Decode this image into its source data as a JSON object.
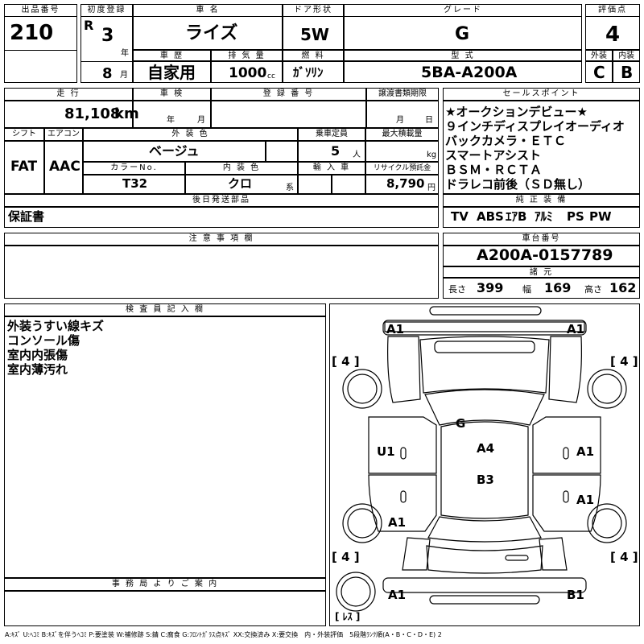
{
  "header": {
    "lot_no_label": "出品番号",
    "lot_no": "210",
    "first_reg_label": "初度登録",
    "era": "R",
    "year": "3",
    "year_unit": "年",
    "month": "8",
    "month_unit": "月",
    "car_name_label": "車 名",
    "car_name": "ライズ",
    "door_label": "ドア形状",
    "door": "5W",
    "grade_label": "グレード",
    "grade": "G",
    "score_label": "評価点",
    "score": "4",
    "history_label": "車 歴",
    "history": "自家用",
    "displacement_label": "排 気 量",
    "displacement": "1000",
    "displacement_unit": "cc",
    "fuel_label": "燃 料",
    "fuel": "ｶﾞｿﾘﾝ",
    "model_label": "型 式",
    "model": "5BA-A200A",
    "exterior_label": "外装",
    "exterior_grade": "C",
    "interior_label": "内装",
    "interior_grade": "B"
  },
  "row2": {
    "mileage_label": "走 行",
    "mileage": "81,108",
    "mileage_unit": "km",
    "inspection_label": "車 検",
    "inspection_year_unit": "年",
    "inspection_month_unit": "月",
    "reg_no_label": "登 録 番 号",
    "transfer_label": "譲渡書類期限",
    "transfer_month_unit": "月",
    "transfer_day_unit": "日",
    "shift_label": "シフト",
    "shift": "FAT",
    "ac_label": "エアコン",
    "ac": "AAC",
    "ext_color_label": "外 装 色",
    "ext_color": "ベージュ",
    "capacity_label": "乗車定員",
    "capacity": "5",
    "capacity_unit": "人",
    "max_load_label": "最大積載量",
    "max_load_unit": "kg",
    "color_no_label": "カラーNo.",
    "color_no": "T32",
    "int_color_label": "内 装 色",
    "int_color": "クロ",
    "int_color_unit": "系",
    "import_label": "輸 入 車",
    "recycle_label": "リサイクル預託金",
    "recycle": "8,790",
    "recycle_unit": "円",
    "later_parts_label": "後日発送部品",
    "later_parts": "保証書"
  },
  "sales_points": {
    "label": "セールスポイント",
    "lines": [
      "★オークションデビュー★",
      "９インチディスプレイオーディオ",
      "バックカメラ・ＥＴＣ",
      "スマートアシスト",
      "ＢＳＭ・ＲＣＴＡ",
      "ドラレコ前後（ＳＤ無し）"
    ]
  },
  "equipment": {
    "label": "純 正 装 備",
    "items": [
      "TV",
      "ABS",
      "ｴｱB",
      "ｱﾙﾐ",
      "PS",
      "PW"
    ]
  },
  "notes": {
    "label": "注 意 事 項 欄"
  },
  "chassis": {
    "label": "車台番号",
    "number": "A200A-0157789"
  },
  "dimensions": {
    "label": "諸 元",
    "length_label": "長さ",
    "length": "399",
    "width_label": "幅",
    "width": "169",
    "height_label": "高さ",
    "height": "162"
  },
  "inspector": {
    "label": "検 査 員 記 入 欄",
    "lines": [
      "外装うすい線キズ",
      "コンソール傷",
      "室内内張傷",
      "室内薄汚れ"
    ]
  },
  "office": {
    "label": "事 務 局 よ り ご 案 内"
  },
  "diagram": {
    "marks": {
      "front_left": "A1",
      "front_right": "A1",
      "bonnet": "G",
      "roof": "A4",
      "center": "B3",
      "left_front_door": "U1",
      "right_front_door": "A1",
      "right_rear_door": "A1",
      "left_rear": "A1",
      "rear_left": "A1",
      "rear_right": "B1"
    },
    "tires": {
      "front_left": "4",
      "front_right": "4",
      "rear_left": "4",
      "rear_right": "4",
      "spare": "ﾚｽ"
    }
  },
  "legend": "A:ｷｽﾞ U:ﾍｺﾐ B:ｷｽﾞを伴うﾍｺﾐ P:要塗装 W:補修跡 S:錆 C:腐食 G:ﾌﾛﾝﾄｶﾞﾗｽ点ｷｽﾞ XX:交換済み X:要交換　内・外装評価　5段階ﾗﾝｸ順(A・B・C・D・E) 2"
}
